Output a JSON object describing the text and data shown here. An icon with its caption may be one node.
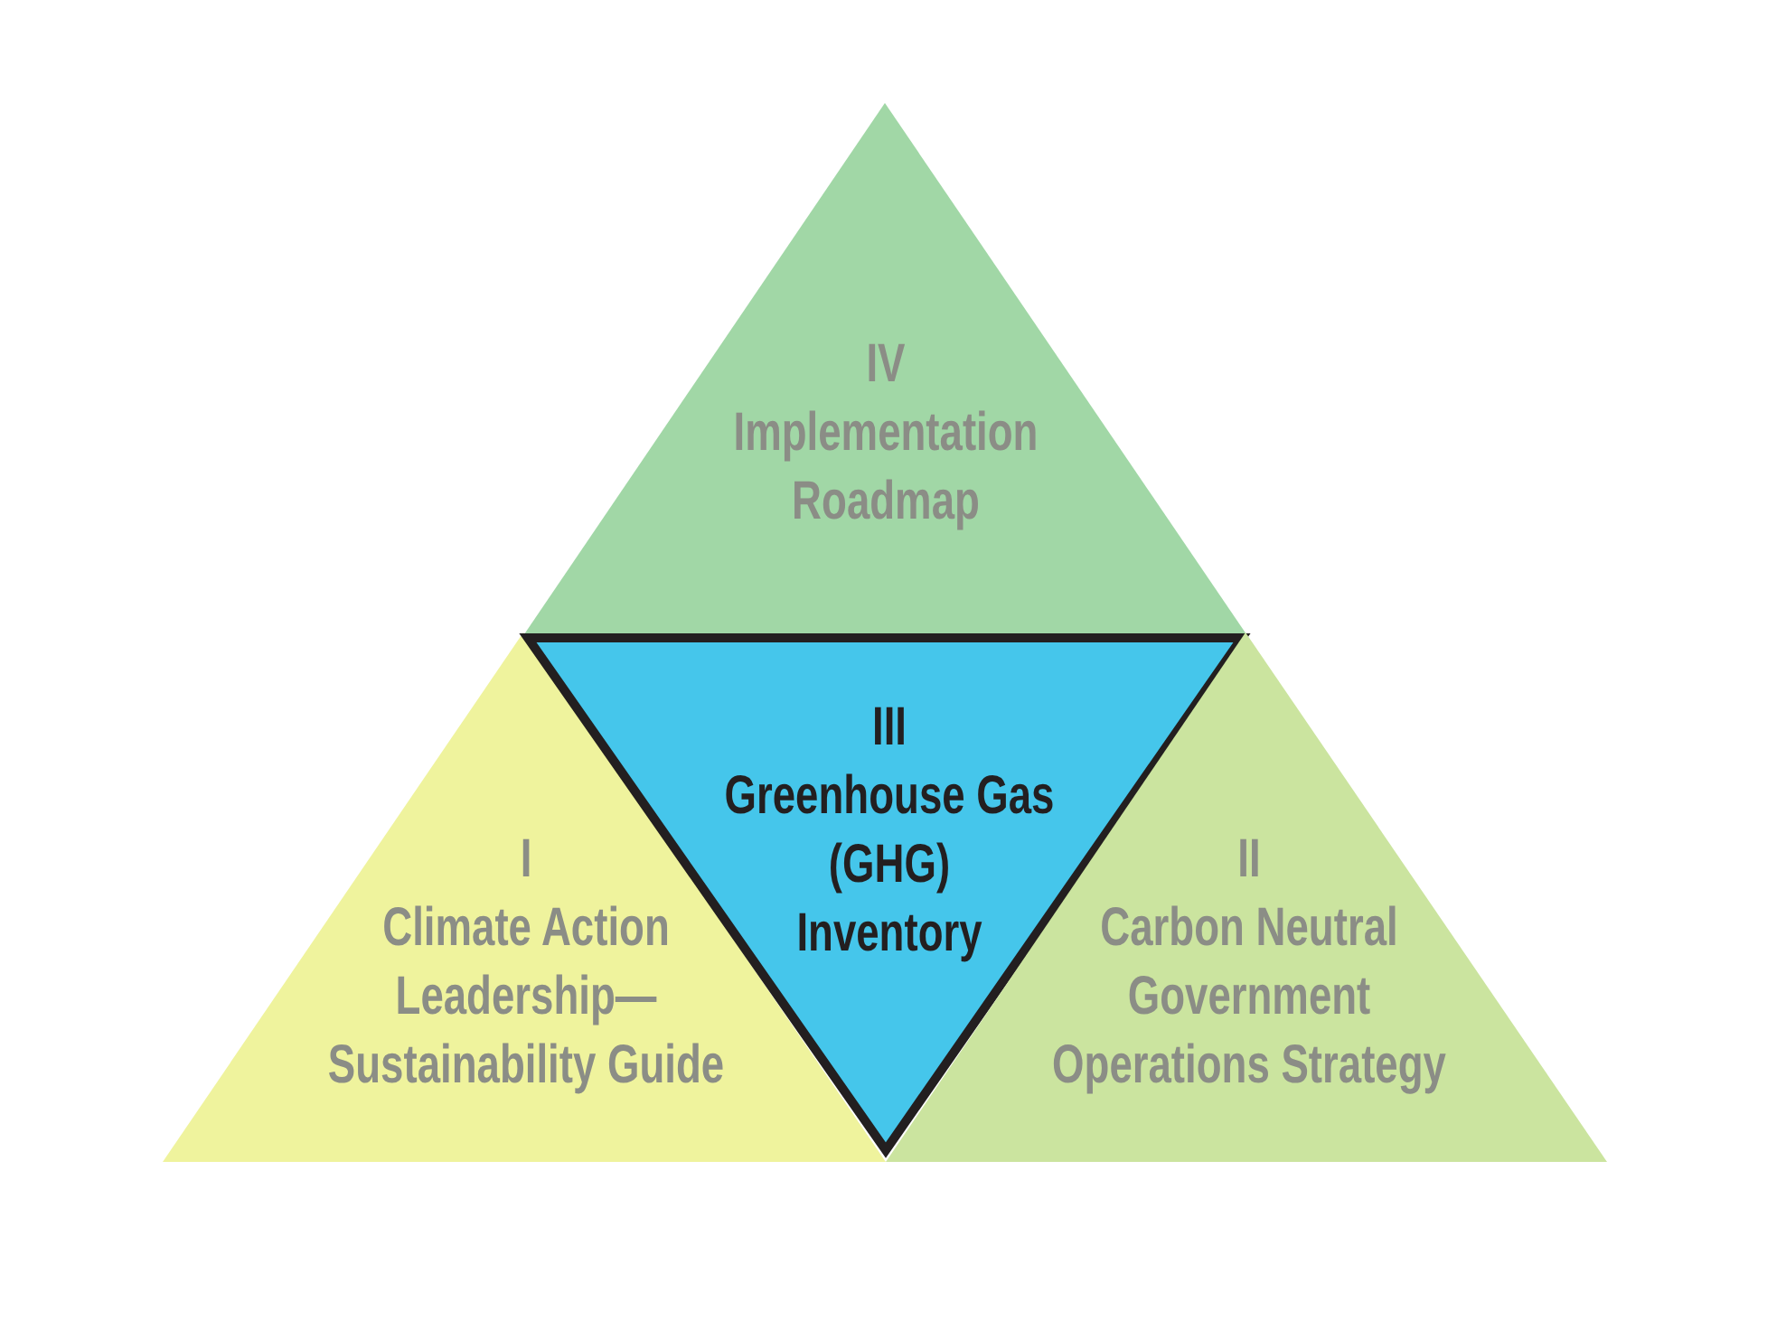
{
  "diagram": {
    "nodes": [
      {
        "text": [
          "IV",
          "Implementation Roadmap"
        ]
      },
      {
        "text": [
          "I",
          "Climate Action Leadership— Sustainability Guide"
        ]
      },
      {
        "text": [
          "III",
          "Greenhouse Gas (GHG) Inventory"
        ]
      },
      {
        "text": [
          "II",
          "Carbon Neutral Government Operations Strategy"
        ]
      }
    ]
  }
}
